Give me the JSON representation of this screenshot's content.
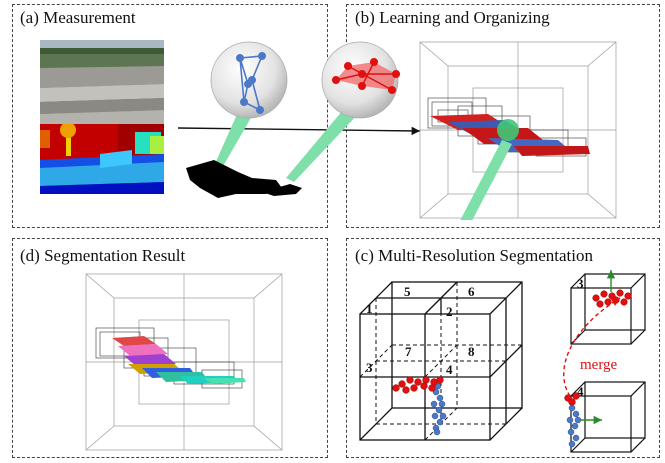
{
  "panels": {
    "a": {
      "title": "(a) Measurement"
    },
    "b": {
      "title": "(b) Learning and Organizing"
    },
    "c": {
      "title": "(c) Multi-Resolution Segmentation"
    },
    "d": {
      "title": "(d) Segmentation Result"
    }
  },
  "cube_labels": {
    "l1": "1",
    "l2": "2",
    "l3": "3",
    "l4": "4",
    "l5": "5",
    "l6": "6",
    "l7": "7",
    "l8": "8"
  },
  "right_cubes": {
    "top_label": "3",
    "bottom_label": "4"
  },
  "merge_label": "merge",
  "colors": {
    "accent_red": "#e01010",
    "point_blue": "#4c78c8",
    "beam_green": "#7ee0a8",
    "arrow_green": "#2c8a2c"
  }
}
